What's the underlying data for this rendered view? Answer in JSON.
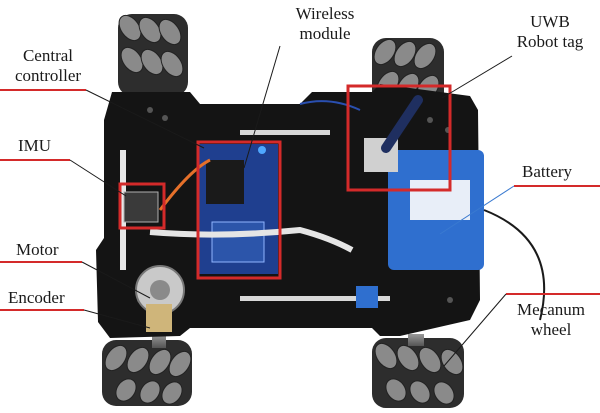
{
  "labels": {
    "wireless": [
      "Wireless",
      "module"
    ],
    "uwb": [
      "UWB",
      "Robot tag"
    ],
    "central": [
      "Central",
      "controller"
    ],
    "imu": "IMU",
    "battery": "Battery",
    "motor": "Motor",
    "encoder": "Encoder",
    "mecanum": [
      "Mecanum",
      "wheel"
    ]
  },
  "colors": {
    "callout_red": "#d42a2a",
    "callout_blue": "#3a7ad0",
    "chassis": "#141414",
    "pcb": "#1f3f8f",
    "battery": "#2f6fcf",
    "wheel": "#3b3b3b",
    "roller": "#7a7a7a"
  }
}
